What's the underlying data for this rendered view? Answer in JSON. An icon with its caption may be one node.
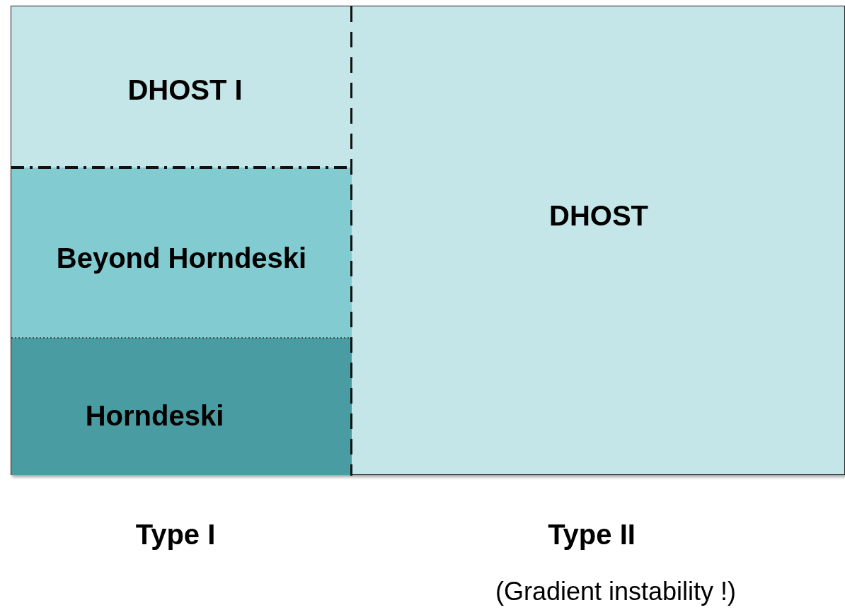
{
  "diagram": {
    "nodes": [
      {
        "text": [
          "DHOST"
        ]
      },
      {
        "text": [
          "DHOST I"
        ],
        "in": 0
      },
      {
        "text": [
          "Beyond Horndeski"
        ],
        "in": 0
      },
      {
        "text": [
          "Horndeski"
        ],
        "in": 0
      }
    ],
    "labels": [
      "Type I",
      "Type II",
      "(Gradient instability !)"
    ]
  }
}
